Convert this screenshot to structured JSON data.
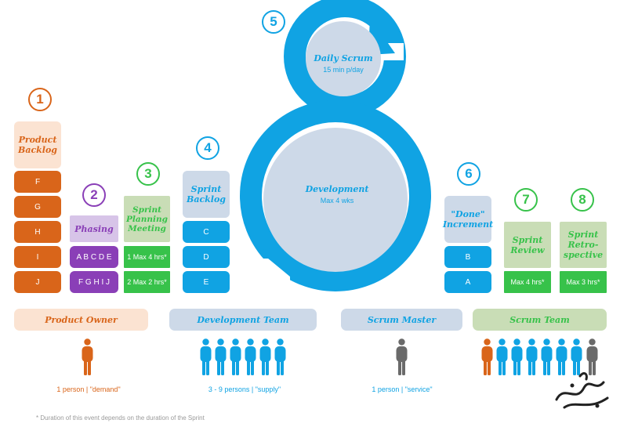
{
  "numbers": [
    "1",
    "2",
    "3",
    "4",
    "5",
    "6",
    "7",
    "8"
  ],
  "product_backlog": {
    "title": "Product Backlog",
    "items": [
      "F",
      "G",
      "H",
      "I",
      "J"
    ]
  },
  "phasing": {
    "title": "Phasing",
    "items": [
      "A B C D E",
      "F G H I J"
    ]
  },
  "sprint_planning": {
    "title": "Sprint Planning Meeting",
    "items": [
      "1 Max 4 hrs*",
      "2 Max 2 hrs*"
    ]
  },
  "sprint_backlog": {
    "title": "Sprint Backlog",
    "items": [
      "C",
      "D",
      "E"
    ]
  },
  "daily_scrum": {
    "title": "Daily Scrum",
    "sub": "15 min p/day"
  },
  "development": {
    "title": "Development",
    "sub": "Max 4 wks"
  },
  "done_increment": {
    "title": "\"Done\" Increment",
    "items": [
      "B",
      "A"
    ]
  },
  "sprint_review": {
    "title": "Sprint Review",
    "time": "Max 4 hrs*"
  },
  "sprint_retro": {
    "title": "Sprint Retro-spective",
    "time": "Max 3 hrs*"
  },
  "roles": {
    "product_owner": {
      "label": "Product Owner",
      "caption": "1 person | \"demand\""
    },
    "development_team": {
      "label": "Development Team",
      "caption": "3 - 9 persons | \"supply\""
    },
    "scrum_master": {
      "label": "Scrum Master",
      "caption": "1 person | \"service\""
    },
    "scrum_team": {
      "label": "Scrum Team"
    }
  },
  "footnote": "* Duration of this event depends on the duration of the Sprint",
  "colors": {
    "orange": "#d9651a",
    "orange_light": "#fbe3d2",
    "purple": "#8a3fb7",
    "purple_light": "#d7c4e8",
    "green": "#37c24a",
    "green_light": "#c9ddb6",
    "blue": "#10a3e3",
    "blue_light": "#cdd9e8",
    "grey": "#6a6a6a"
  }
}
